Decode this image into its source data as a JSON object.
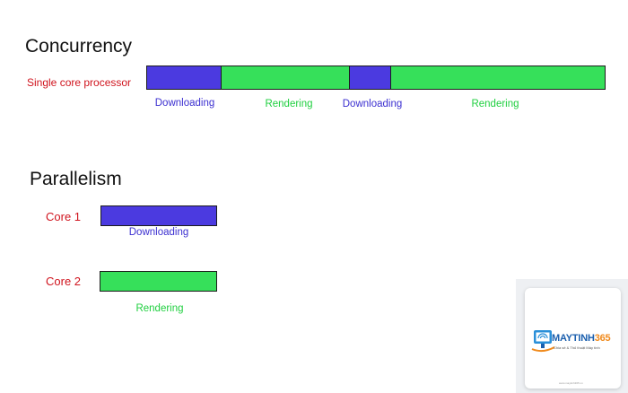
{
  "concurrency": {
    "title": "Concurrency",
    "row_label": "Single core processor",
    "segments": [
      {
        "label": "Downloading",
        "kind": "download"
      },
      {
        "label": "Rendering",
        "kind": "render"
      },
      {
        "label": "Downloading",
        "kind": "download"
      },
      {
        "label": "Rendering",
        "kind": "render"
      }
    ]
  },
  "parallelism": {
    "title": "Parallelism",
    "cores": [
      {
        "label": "Core 1",
        "segment_label": "Downloading",
        "kind": "download"
      },
      {
        "label": "Core 2",
        "segment_label": "Rendering",
        "kind": "render"
      }
    ]
  },
  "colors": {
    "download_fill": "#4b3ae0",
    "download_text": "#3b2fd0",
    "render_fill": "#36e05a",
    "render_text": "#1fcf3f",
    "row_label": "#d0141e"
  },
  "logo": {
    "name_part1": "MAYTINH",
    "name_part2": "365",
    "tagline": "Chia sẻ & Thủ thuật Máy tính",
    "footer": "www.maytinh365.vn"
  }
}
